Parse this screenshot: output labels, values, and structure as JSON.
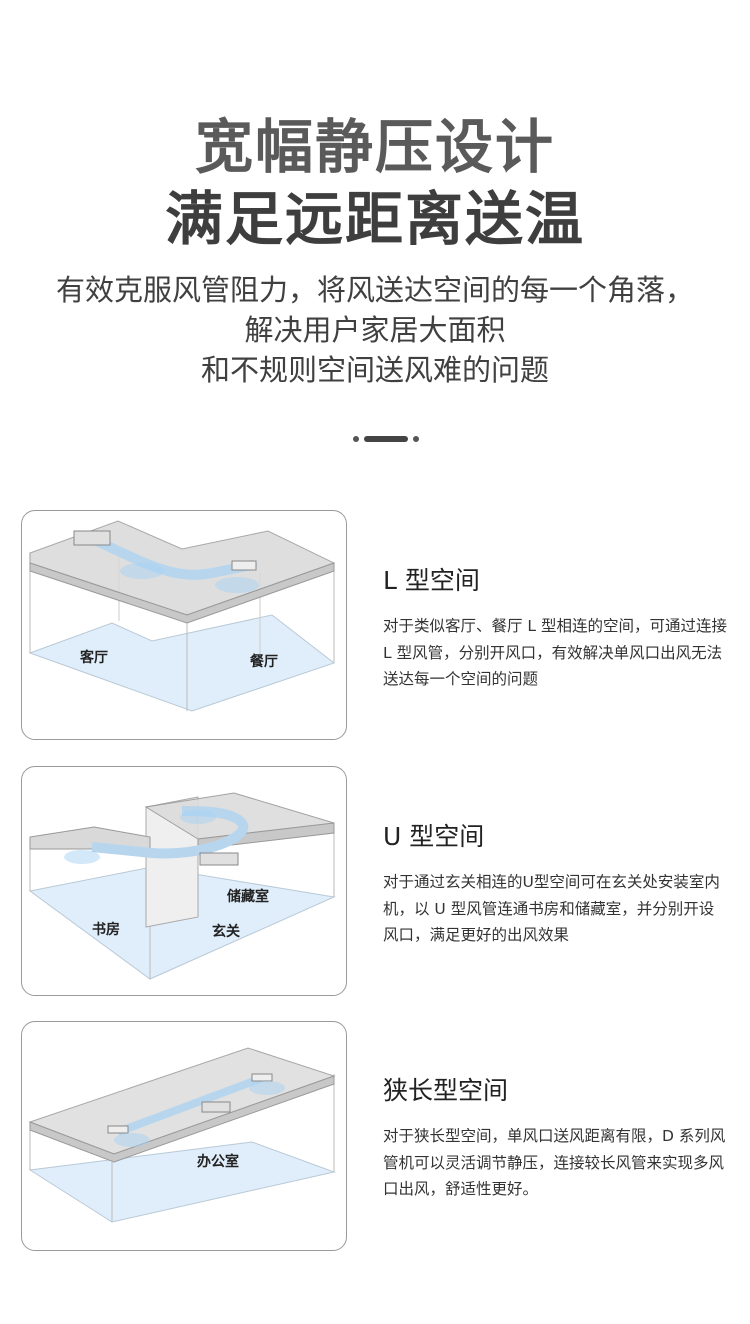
{
  "header": {
    "title_line1": "宽幅静压设计",
    "title_line2": "满足远距离送温",
    "subtitle_line1": "有效克服风管阻力，将风送达空间的每一个角落，",
    "subtitle_line2": "解决用户家居大面积",
    "subtitle_line3": "和不规则空间送风难的问题"
  },
  "sections": [
    {
      "title": "L 型空间",
      "description": "对于类似客厅、餐厅 L 型相连的空间，可通过连接 L 型风管，分别开风口，有效解决单风口出风无法送达每一个空间的问题",
      "rooms": [
        "客厅",
        "餐厅"
      ]
    },
    {
      "title": "U 型空间",
      "description": "对于通过玄关相连的U型空间可在玄关处安装室内机，以 U 型风管连通书房和储藏室，并分别开设风口，满足更好的出风效果",
      "rooms": [
        "储藏室",
        "书房",
        "玄关"
      ]
    },
    {
      "title": "狭长型空间",
      "description": "对于狭长型空间，单风口送风距离有限，D 系列风管机可以灵活调节静压，连接较长风管来实现多风口出风，舒适性更好。",
      "rooms": [
        "办公室"
      ]
    }
  ]
}
